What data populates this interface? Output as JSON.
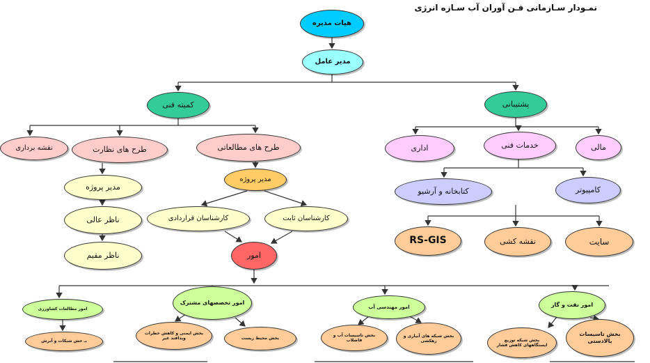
{
  "title": "نمـودار سـازمانی فـن آوران آب سـازه انرژی",
  "colors": {
    "line": "#333333",
    "board": "#00ccff",
    "ceo": "#99ffff",
    "technical": "#33cc99",
    "pink": "#ffcccc",
    "lightyellow": "#ffffcc",
    "orange": "#ffcc66",
    "lightorange": "#ffcc99",
    "red": "#ff6666",
    "violet": "#ffccff",
    "lavender": "#ccccff",
    "green": "#ccff99"
  },
  "nodes": {
    "board": "هیات مدیره",
    "ceo": "مدیر عامل",
    "support": "پشتیبانی",
    "technical_committee": "کمیته فنی",
    "finance": "مالی",
    "technical_services": "خدمات فنی",
    "administrative": "اداری",
    "computer": "کامپیوتر",
    "library": "کتابخانه و آرشیو",
    "site": "سایت",
    "drafting": "نقشه کشی",
    "rs_gis": "RS-GIS",
    "survey": "نقشه برداری",
    "supervision_plans": "طرح های نظارت",
    "study_plans": "طرح های مطالعاتی",
    "project_manager_supervision": "مدیر پروژه",
    "senior_supervisor": "ناظر عالی",
    "resident_supervisor": "ناظر مقیم",
    "project_manager_study": "مدیر پروژه",
    "contract_experts": "کارشناسان قراردادی",
    "permanent_experts": "کارشناسان ثابت",
    "affairs": "امور",
    "agri_studies": "امور مطالعات کشاورزی",
    "drainage_irrigation": "بـ خش شبکات و آبرش",
    "shared_specialties": "امور تخصصهای مشترک",
    "safety_section": "بخش ایمنی و کاهش خطرات وپدافند غیر",
    "environment_section": "بخش محیط زیست",
    "water_engineering": "امور مهندسی آب",
    "water_facilities": "بخش تاسیسات آب و فاضلاب",
    "irrigation_networks": "بخش شبکه های آبیاری و زهکشی",
    "oil_gas": "امور نفت و گاز",
    "distribution_section": "بخش شبکه توزیع ایستگاههای کاهش فشار",
    "upstream_facilities": "بخش تاسیسات بالادستی"
  }
}
